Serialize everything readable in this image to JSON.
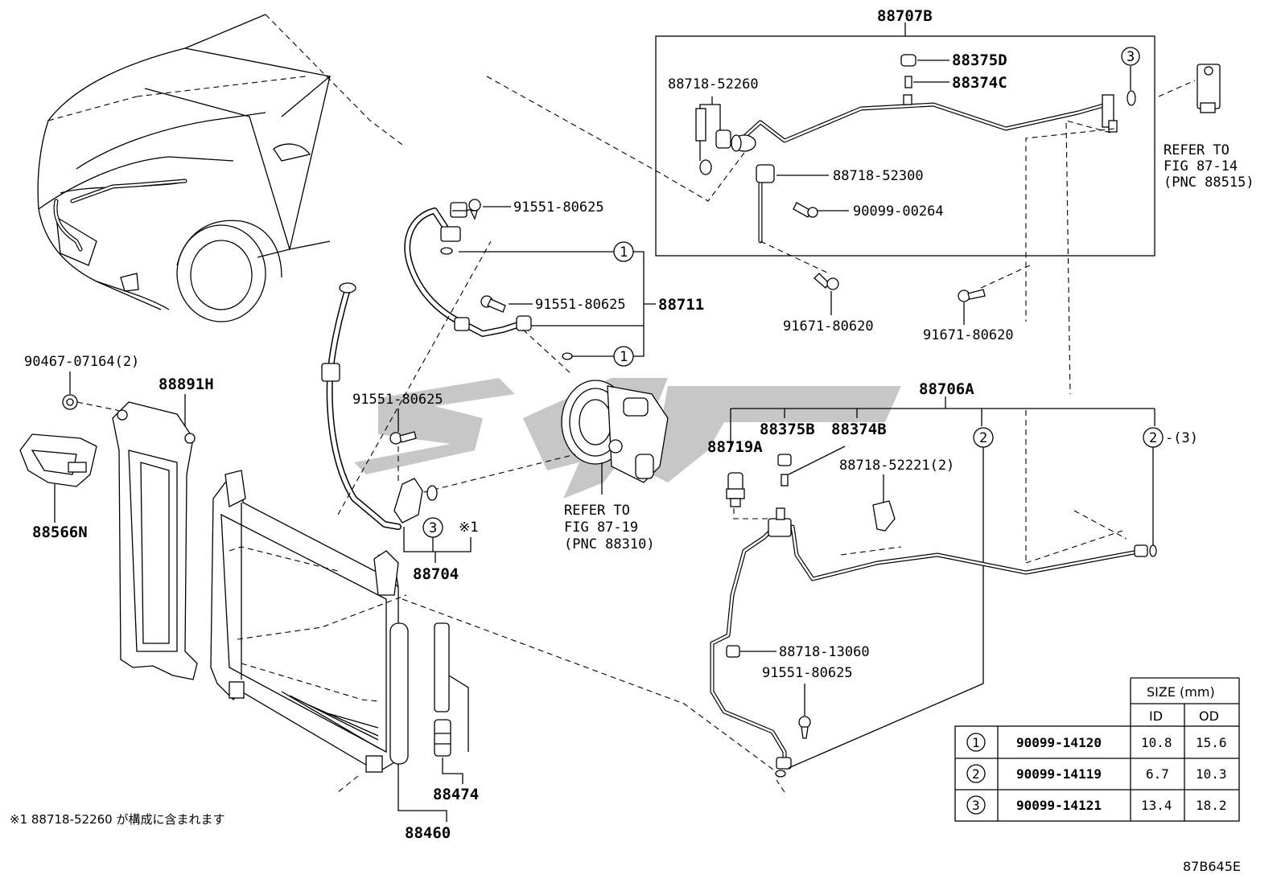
{
  "labels": {
    "p88707B": "88707B",
    "p88375D": "88375D",
    "p88374C": "88374C",
    "p88718_52260": "88718-52260",
    "p88718_52300": "88718-52300",
    "p90099_00264": "90099-00264",
    "refer_8714_l1": "REFER TO",
    "refer_8714_l2": "FIG 87-14",
    "refer_8714_l3": "(PNC 88515)",
    "p91551_a": "91551-80625",
    "p91551_b": "91551-80625",
    "p88711": "88711",
    "p91671_a": "91671-80620",
    "p91671_b": "91671-80620",
    "p90467": "90467-07164(2)",
    "p88891H": "88891H",
    "p91551_c": "91551-80625",
    "p88706A": "88706A",
    "p88375B": "88375B",
    "p88374B": "88374B",
    "p88719A": "88719A",
    "p88718_52221": "88718-52221(2)",
    "p88566N": "88566N",
    "refer_8719_l1": "REFER TO",
    "refer_8719_l2": "FIG 87-19",
    "refer_8719_l3": "(PNC 88310)",
    "p88704": "88704",
    "note_mark": "※1",
    "p88718_13060": "88718-13060",
    "p91551_d": "91551-80625",
    "p88474": "88474",
    "p88460": "88460",
    "footnote": "※1 88718-52260 が構成に含まれます",
    "drawing_code": "87B645E",
    "callout_1": "1",
    "callout_2": "2",
    "callout_3": "3",
    "callout_2_3_suffix": "-(3)"
  },
  "size_table": {
    "title": "SIZE (mm)",
    "col_id": "ID",
    "col_od": "OD",
    "rows": [
      {
        "ref": "1",
        "part": "90099-14120",
        "id": "10.8",
        "od": "15.6"
      },
      {
        "ref": "2",
        "part": "90099-14119",
        "id": "6.7",
        "od": "10.3"
      },
      {
        "ref": "3",
        "part": "90099-14121",
        "id": "13.4",
        "od": "18.2"
      }
    ]
  }
}
